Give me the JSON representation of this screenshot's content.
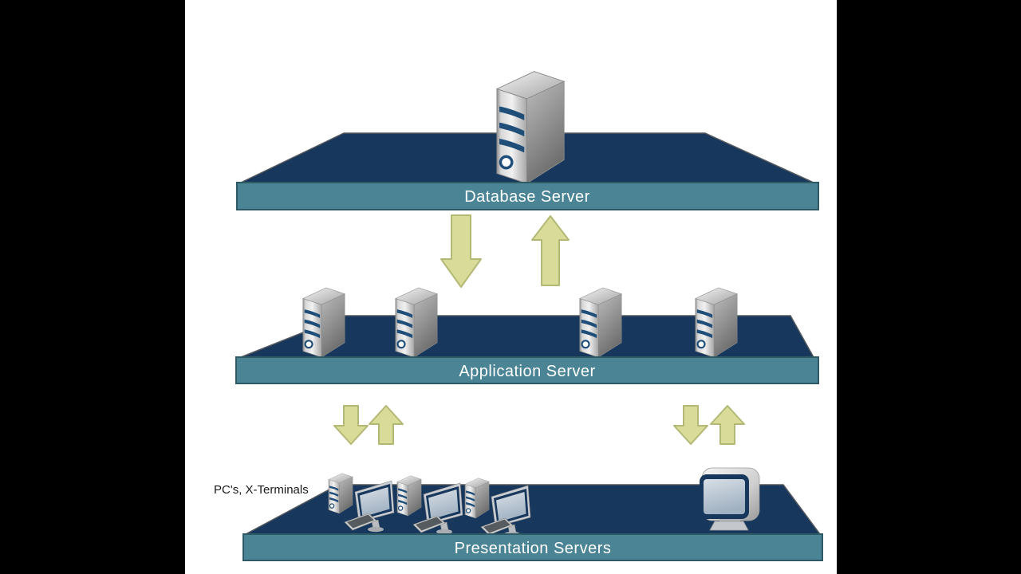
{
  "tiers": [
    {
      "id": "database",
      "label": "Database Server",
      "server_count": 1
    },
    {
      "id": "application",
      "label": "Application Server",
      "server_count": 4
    },
    {
      "id": "presentation",
      "label": "Presentation Servers",
      "pc_count": 3,
      "terminal_count": 1
    }
  ],
  "annotation": {
    "text": "PC's, X-Terminals"
  },
  "arrows": {
    "database_application": [
      "down",
      "up"
    ],
    "application_presentation_left": [
      "down",
      "up"
    ],
    "application_presentation_right": [
      "down",
      "up"
    ]
  },
  "colors": {
    "platform": "#17375d",
    "band": "#4b8494",
    "band_border": "#2e5a66",
    "arrow_fill": "#d9dc99",
    "arrow_border": "#b3b975",
    "stripe": "#1f4e79",
    "letterbox": "#000000",
    "stage_bg": "#ffffff",
    "label_text": "#ffffff",
    "annotation_text": "#1a1a1a"
  }
}
